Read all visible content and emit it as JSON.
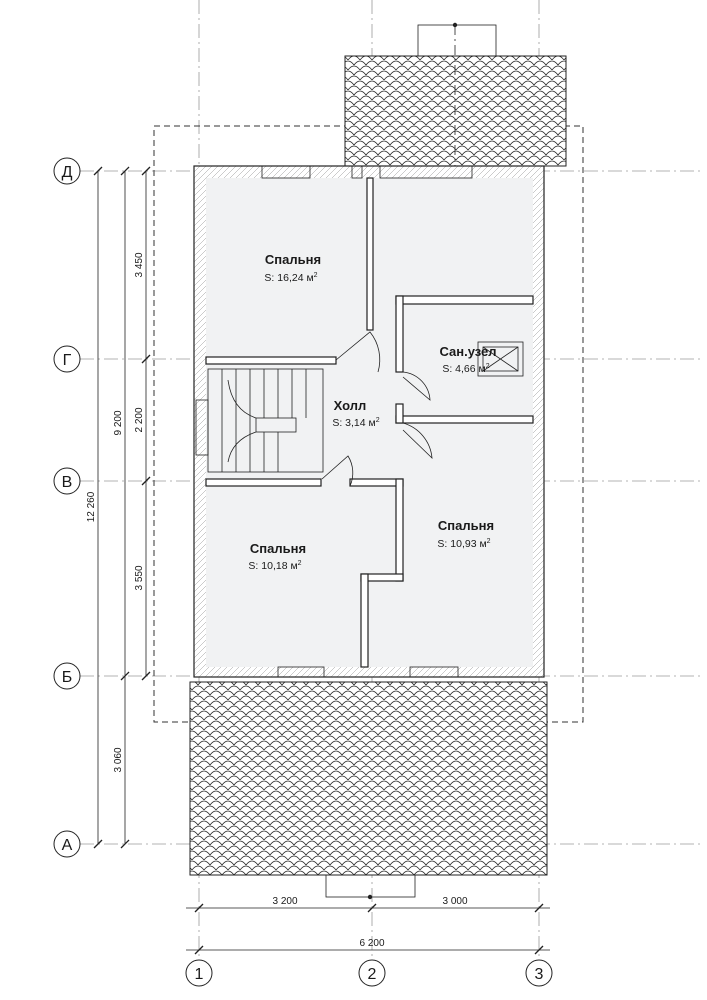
{
  "axes": {
    "rows": [
      "Д",
      "Г",
      "В",
      "Б",
      "А"
    ],
    "cols": [
      "1",
      "2",
      "3"
    ]
  },
  "dimensions": {
    "left_inner": [
      "3 450",
      "2 200",
      "3 550",
      "3 060"
    ],
    "left_middle": "9 200",
    "left_outer": "12 260",
    "bottom_segments": [
      "3 200",
      "3 000"
    ],
    "bottom_total": "6 200"
  },
  "rooms": [
    {
      "name": "Спальня",
      "area": "S: 16,24 м",
      "sup": "2"
    },
    {
      "name": "Сан.узел",
      "area": "S: 4,66 м",
      "sup": "2"
    },
    {
      "name": "Холл",
      "area": "S: 3,14 м",
      "sup": "2"
    },
    {
      "name": "Спальня",
      "area": "S: 10,18 м",
      "sup": "2"
    },
    {
      "name": "Спальня",
      "area": "S: 10,93 м",
      "sup": "2"
    }
  ]
}
